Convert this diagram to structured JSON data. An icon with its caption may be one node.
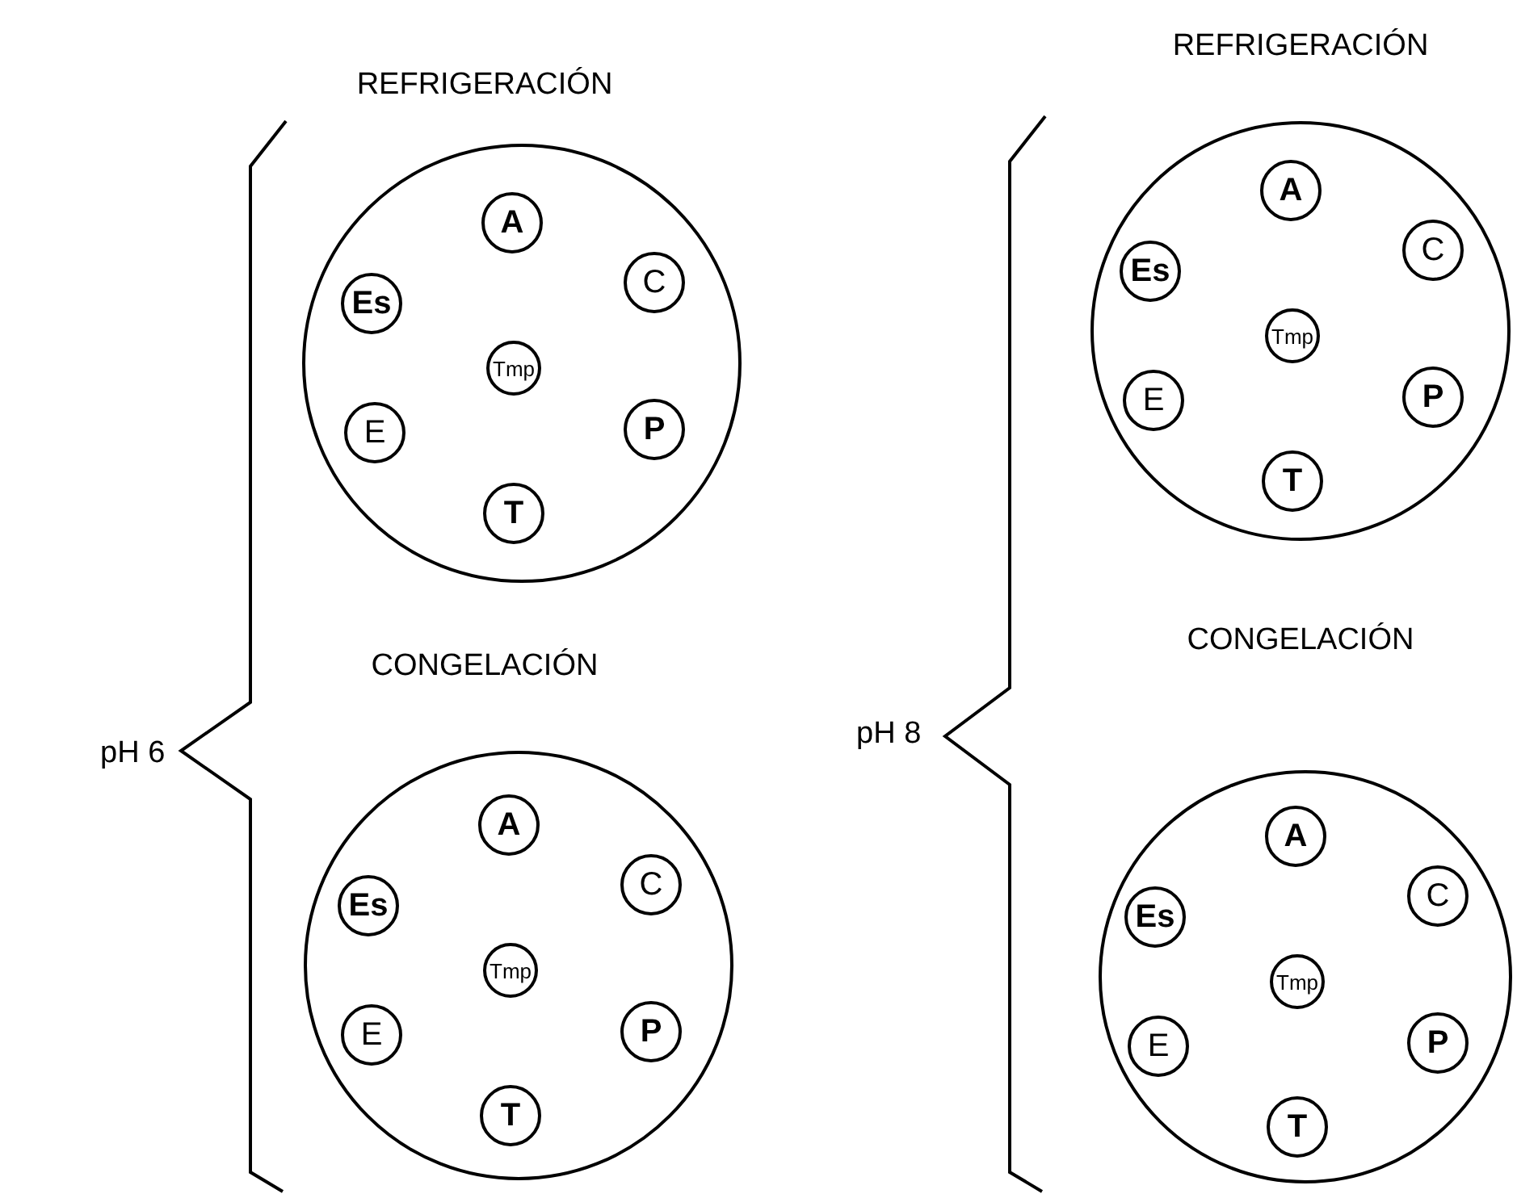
{
  "diagram": {
    "nodes": [
      {
        "text": [],
        "shape": "circle",
        "beside": [
          "REFRIGERACIÓN"
        ]
      },
      {
        "text": [
          "A"
        ],
        "in": 0
      },
      {
        "text": [
          "Es"
        ],
        "in": 0
      },
      {
        "text": [
          "C"
        ],
        "in": 0
      },
      {
        "text": [
          "Tmp"
        ],
        "in": 0
      },
      {
        "text": [
          "E"
        ],
        "in": 0
      },
      {
        "text": [
          "P"
        ],
        "in": 0
      },
      {
        "text": [
          "T"
        ],
        "in": 0
      },
      {
        "text": [],
        "shape": "circle",
        "beside": [
          "REFRIGERACIÓN"
        ]
      },
      {
        "text": [
          "A"
        ],
        "in": 8
      },
      {
        "text": [
          "Es"
        ],
        "in": 8
      },
      {
        "text": [
          "C"
        ],
        "in": 8
      },
      {
        "text": [
          "Tmp"
        ],
        "in": 8
      },
      {
        "text": [
          "E"
        ],
        "in": 8
      },
      {
        "text": [
          "P"
        ],
        "in": 8
      },
      {
        "text": [
          "T"
        ],
        "in": 8
      },
      {
        "text": [],
        "shape": "circle",
        "beside": [
          "CONGELACIÓN"
        ]
      },
      {
        "text": [
          "A"
        ],
        "in": 16
      },
      {
        "text": [
          "Es"
        ],
        "in": 16
      },
      {
        "text": [
          "C"
        ],
        "in": 16
      },
      {
        "text": [
          "Tmp"
        ],
        "in": 16
      },
      {
        "text": [
          "E"
        ],
        "in": 16
      },
      {
        "text": [
          "P"
        ],
        "in": 16
      },
      {
        "text": [
          "T"
        ],
        "in": 16
      },
      {
        "text": [],
        "shape": "circle",
        "beside": [
          "CONGELACIÓN"
        ]
      },
      {
        "text": [
          "A"
        ],
        "in": 24
      },
      {
        "text": [
          "Es"
        ],
        "in": 24
      },
      {
        "text": [
          "C"
        ],
        "in": 24
      },
      {
        "text": [
          "Tmp"
        ],
        "in": 24
      },
      {
        "text": [
          "E"
        ],
        "in": 24
      },
      {
        "text": [
          "P"
        ],
        "in": 24
      },
      {
        "text": [
          "T"
        ],
        "in": 24
      }
    ],
    "edges": [],
    "labels": [
      "pH 6",
      "pH 8"
    ]
  }
}
